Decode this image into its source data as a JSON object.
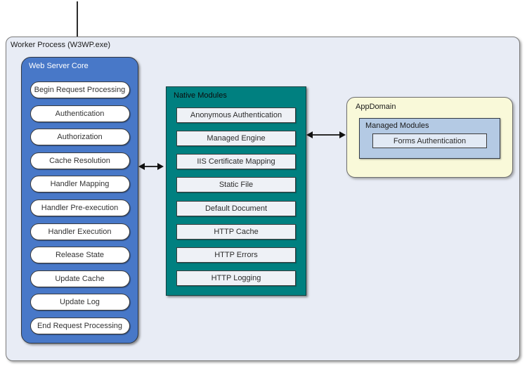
{
  "worker_process": {
    "label": "Worker Process (W3WP.exe)"
  },
  "web_server_core": {
    "label": "Web Server Core",
    "items": [
      "Begin Request Processing",
      "Authentication",
      "Authorization",
      "Cache Resolution",
      "Handler Mapping",
      "Handler Pre-execution",
      "Handler Execution",
      "Release State",
      "Update Cache",
      "Update Log",
      "End Request Processing"
    ]
  },
  "native_modules": {
    "label": "Native Modules",
    "items": [
      "Anonymous Authentication",
      "Managed Engine",
      "IIS Certificate Mapping",
      "Static File",
      "Default Document",
      "HTTP Cache",
      "HTTP Errors",
      "HTTP Logging"
    ]
  },
  "app_domain": {
    "label": "AppDomain",
    "managed_modules": {
      "label": "Managed Modules",
      "items": [
        "Forms Authentication"
      ]
    }
  },
  "arrows": [
    {
      "name": "incoming-request",
      "type": "single",
      "direction": "down"
    },
    {
      "name": "core-to-native-modules",
      "type": "double",
      "direction": "horizontal"
    },
    {
      "name": "managed-engine-to-appdomain",
      "type": "double",
      "direction": "horizontal"
    }
  ],
  "colors": {
    "worker_process_fill": "#e8ecf5",
    "web_server_core_fill": "#4878c8",
    "native_modules_fill": "#008080",
    "app_domain_fill": "#f9f9d9",
    "managed_modules_fill": "#b4cae4",
    "item_fill": "#eef1f6",
    "pill_fill": "#ffffff",
    "arrow_color": "#111111"
  }
}
